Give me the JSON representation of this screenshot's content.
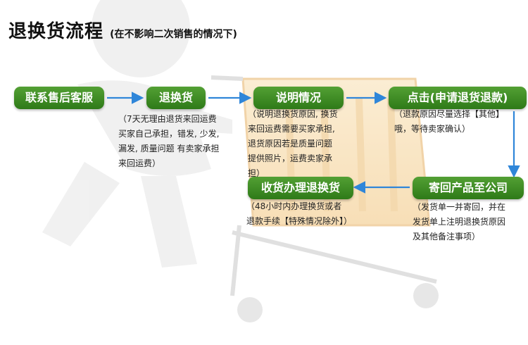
{
  "header": {
    "title": "退换货流程",
    "subtitle": "(在不影响二次销售的情况下)"
  },
  "steps": [
    {
      "label": "联系售后客服"
    },
    {
      "label": "退换货"
    },
    {
      "label": "说明情况"
    },
    {
      "label": "点击(申请退货退款)"
    },
    {
      "label": "寄回产品至公司"
    },
    {
      "label": "收货办理退换货"
    }
  ],
  "descriptions": {
    "return_exchange": [
      "（7天无理由退货来回运费",
      "买家自己承担，错发, 少发,",
      "漏发, 质量问题  有卖家承担",
      "来回运费）"
    ],
    "explain": [
      "（说明退换货原因, 换货",
      "来回运费需要买家承担,",
      "退货原因若是质量问题",
      "提供照片，运费卖家承",
      "担）"
    ],
    "apply": [
      "（退款原因尽量选择【其他】",
      "哦，等待卖家确认）"
    ],
    "ship_back": [
      "（发货单一并寄回，并在",
      "发货单上注明退换货原因",
      "及其他备注事项）"
    ],
    "process": [
      "（48小时内办理换货或者",
      "退款手续【特殊情况除外】）"
    ]
  },
  "colors": {
    "step_green": "#3a8a22",
    "arrow_blue": "#2f86d9"
  }
}
